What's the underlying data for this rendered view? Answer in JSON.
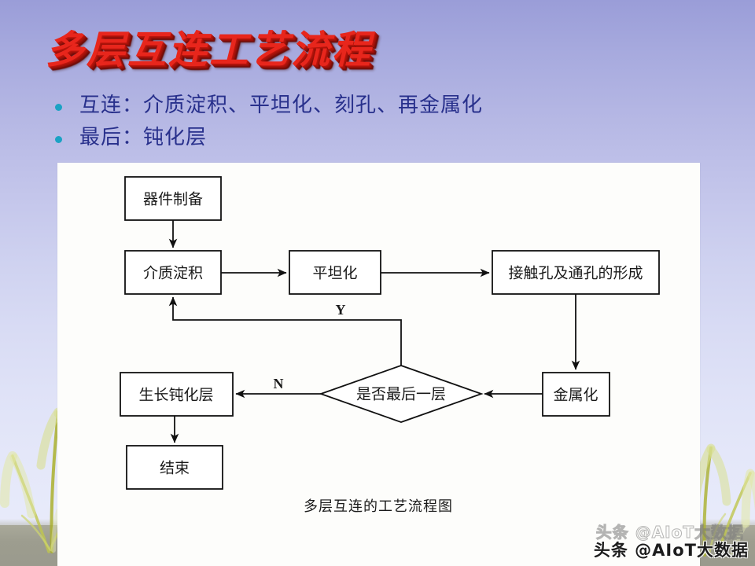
{
  "slide": {
    "title": "多层互连工艺流程",
    "title_color": "#e8261c",
    "bullets": [
      "互连：介质淀积、平坦化、刻孔、再金属化",
      "最后：钝化层"
    ],
    "bullet_text_color": "#28308c",
    "bullet_marker_color": "#1ba2c4",
    "background_colors": {
      "sky_top": "#9a9dd8",
      "sky_bottom": "#e8ebfa",
      "ground": "#a9a99a",
      "grass": "#d5dc8a"
    }
  },
  "diagram": {
    "caption": "多层互连的工艺流程图",
    "nodes": [
      {
        "id": "device_prep",
        "label": "器件制备",
        "shape": "rect"
      },
      {
        "id": "dielectric_dep",
        "label": "介质淀积",
        "shape": "rect"
      },
      {
        "id": "planarize",
        "label": "平坦化",
        "shape": "rect"
      },
      {
        "id": "via_formation",
        "label": "接触孔及通孔的形成",
        "shape": "rect"
      },
      {
        "id": "metallization",
        "label": "金属化",
        "shape": "rect"
      },
      {
        "id": "last_layer",
        "label": "是否最后一层",
        "shape": "diamond"
      },
      {
        "id": "passivation",
        "label": "生长钝化层",
        "shape": "rect"
      },
      {
        "id": "end",
        "label": "结束",
        "shape": "rect"
      }
    ],
    "branch_labels": {
      "yes": "Y",
      "no": "N"
    },
    "edges": [
      {
        "from": "device_prep",
        "to": "dielectric_dep",
        "label": ""
      },
      {
        "from": "dielectric_dep",
        "to": "planarize",
        "label": ""
      },
      {
        "from": "planarize",
        "to": "via_formation",
        "label": ""
      },
      {
        "from": "via_formation",
        "to": "metallization",
        "label": ""
      },
      {
        "from": "metallization",
        "to": "last_layer",
        "label": ""
      },
      {
        "from": "last_layer",
        "to": "dielectric_dep",
        "label": "Y"
      },
      {
        "from": "last_layer",
        "to": "passivation",
        "label": "N"
      },
      {
        "from": "passivation",
        "to": "end",
        "label": ""
      }
    ]
  },
  "watermark": {
    "text": "头条 @AIoT大数据"
  }
}
